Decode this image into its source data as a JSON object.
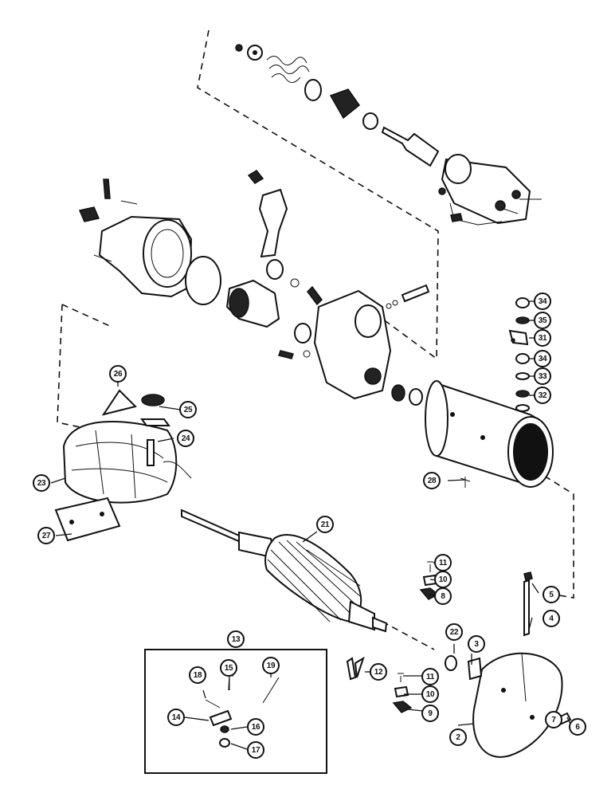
{
  "diagram": {
    "type": "exploded-parts-diagram",
    "subject": "starter motor",
    "line_color": "#111111",
    "background": "#ffffff",
    "callouts": [
      {
        "id": "c2",
        "label": "2"
      },
      {
        "id": "c3",
        "label": "3"
      },
      {
        "id": "c4",
        "label": "4"
      },
      {
        "id": "c5",
        "label": "5"
      },
      {
        "id": "c6",
        "label": "6"
      },
      {
        "id": "c7",
        "label": "7"
      },
      {
        "id": "c8",
        "label": "8"
      },
      {
        "id": "c9",
        "label": "9"
      },
      {
        "id": "c10a",
        "label": "10"
      },
      {
        "id": "c10b",
        "label": "10"
      },
      {
        "id": "c11a",
        "label": "11"
      },
      {
        "id": "c11b",
        "label": "11"
      },
      {
        "id": "c12",
        "label": "12"
      },
      {
        "id": "c13",
        "label": "13"
      },
      {
        "id": "c14",
        "label": "14"
      },
      {
        "id": "c15",
        "label": "15"
      },
      {
        "id": "c16",
        "label": "16"
      },
      {
        "id": "c17",
        "label": "17"
      },
      {
        "id": "c18",
        "label": "18"
      },
      {
        "id": "c19",
        "label": "19"
      },
      {
        "id": "c21",
        "label": "21"
      },
      {
        "id": "c22",
        "label": "22"
      },
      {
        "id": "c23",
        "label": "23"
      },
      {
        "id": "c24",
        "label": "24"
      },
      {
        "id": "c25",
        "label": "25"
      },
      {
        "id": "c26",
        "label": "26"
      },
      {
        "id": "c27",
        "label": "27"
      },
      {
        "id": "c28",
        "label": "28"
      },
      {
        "id": "c31",
        "label": "31"
      },
      {
        "id": "c32",
        "label": "32"
      },
      {
        "id": "c33",
        "label": "33"
      },
      {
        "id": "c34a",
        "label": "34"
      },
      {
        "id": "c34b",
        "label": "34"
      },
      {
        "id": "c35",
        "label": "35"
      }
    ]
  }
}
